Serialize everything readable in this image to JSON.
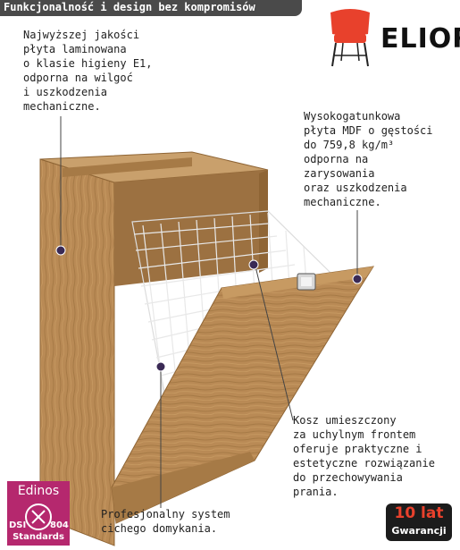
{
  "header": {
    "title": "Funkcjonalność i design bez kompromisów"
  },
  "brand": {
    "name": "ELIOR",
    "logo_icon": "red-chair-icon",
    "logo_color": "#e8412c"
  },
  "callouts": {
    "top_left": "Najwyższej jakości\npłyta laminowana\no klasie higieny E1,\nodporna na wilgoć\ni uszkodzenia\nmechaniczne.",
    "top_right": "Wysokogatunkowa\npłyta MDF o gęstości\ndo 759,8 kg/m³\nodporna na\nzarysowania\noraz uszkodzenia\nmechaniczne.",
    "bottom_right": "Kosz umieszczony\nza uchylnym frontem\noferuje praktyczne i\nestetyczne rozwiązanie\ndo przechowywania\nprania.",
    "bottom_center": "Profesjonalny system\ncichego domykania."
  },
  "badges": {
    "edinos": {
      "title": "Edinos",
      "dsi": "DSI",
      "number": "804",
      "standards": "Standards",
      "color": "#b5286e"
    },
    "warranty": {
      "years": "10 lat",
      "label": "Gwarancji"
    }
  },
  "colors": {
    "wood": "#b98a55",
    "wood_dark": "#8f6535",
    "marker": "#3a2a55"
  }
}
